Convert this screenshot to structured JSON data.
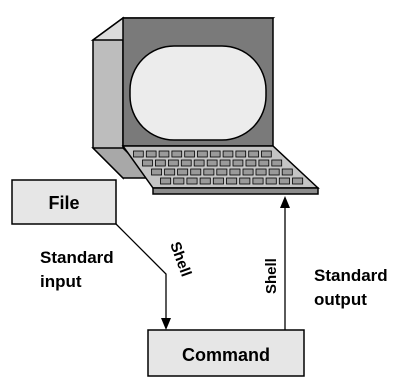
{
  "file_box": {
    "label": "File"
  },
  "command_box": {
    "label": "Command"
  },
  "input_stream": {
    "shell_label": "Shell",
    "label_line1": "Standard",
    "label_line2": "input"
  },
  "output_stream": {
    "shell_label": "Shell",
    "label_line1": "Standard",
    "label_line2": "output"
  },
  "terminal": {
    "icon": "computer-terminal-icon"
  },
  "colors": {
    "box_fill": "#e6e6e6",
    "terminal_side": "#bdbdbd",
    "screen_frame": "#7a7a7a",
    "screen": "#ececec",
    "key": "#9a9a9a",
    "stroke": "#000000"
  }
}
